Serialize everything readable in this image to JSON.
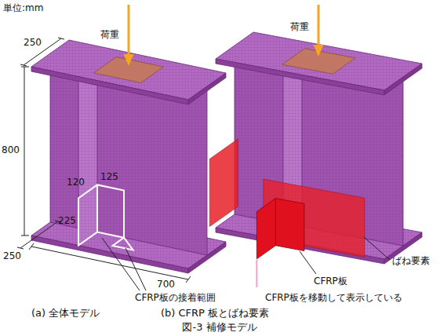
{
  "diagram": {
    "caption": "図-3 補修モデル",
    "labels": [
      "単位:mm",
      "250",
      "荷重",
      "800",
      "120",
      "125",
      "225",
      "700",
      "250",
      "CFRP板の接着範囲",
      "荷重",
      "ばね要素",
      "CFRP板",
      "CFRP板を移動して表示している",
      "(a) 全体モデル",
      "(b) CFRP 板とばね要素"
    ]
  }
}
